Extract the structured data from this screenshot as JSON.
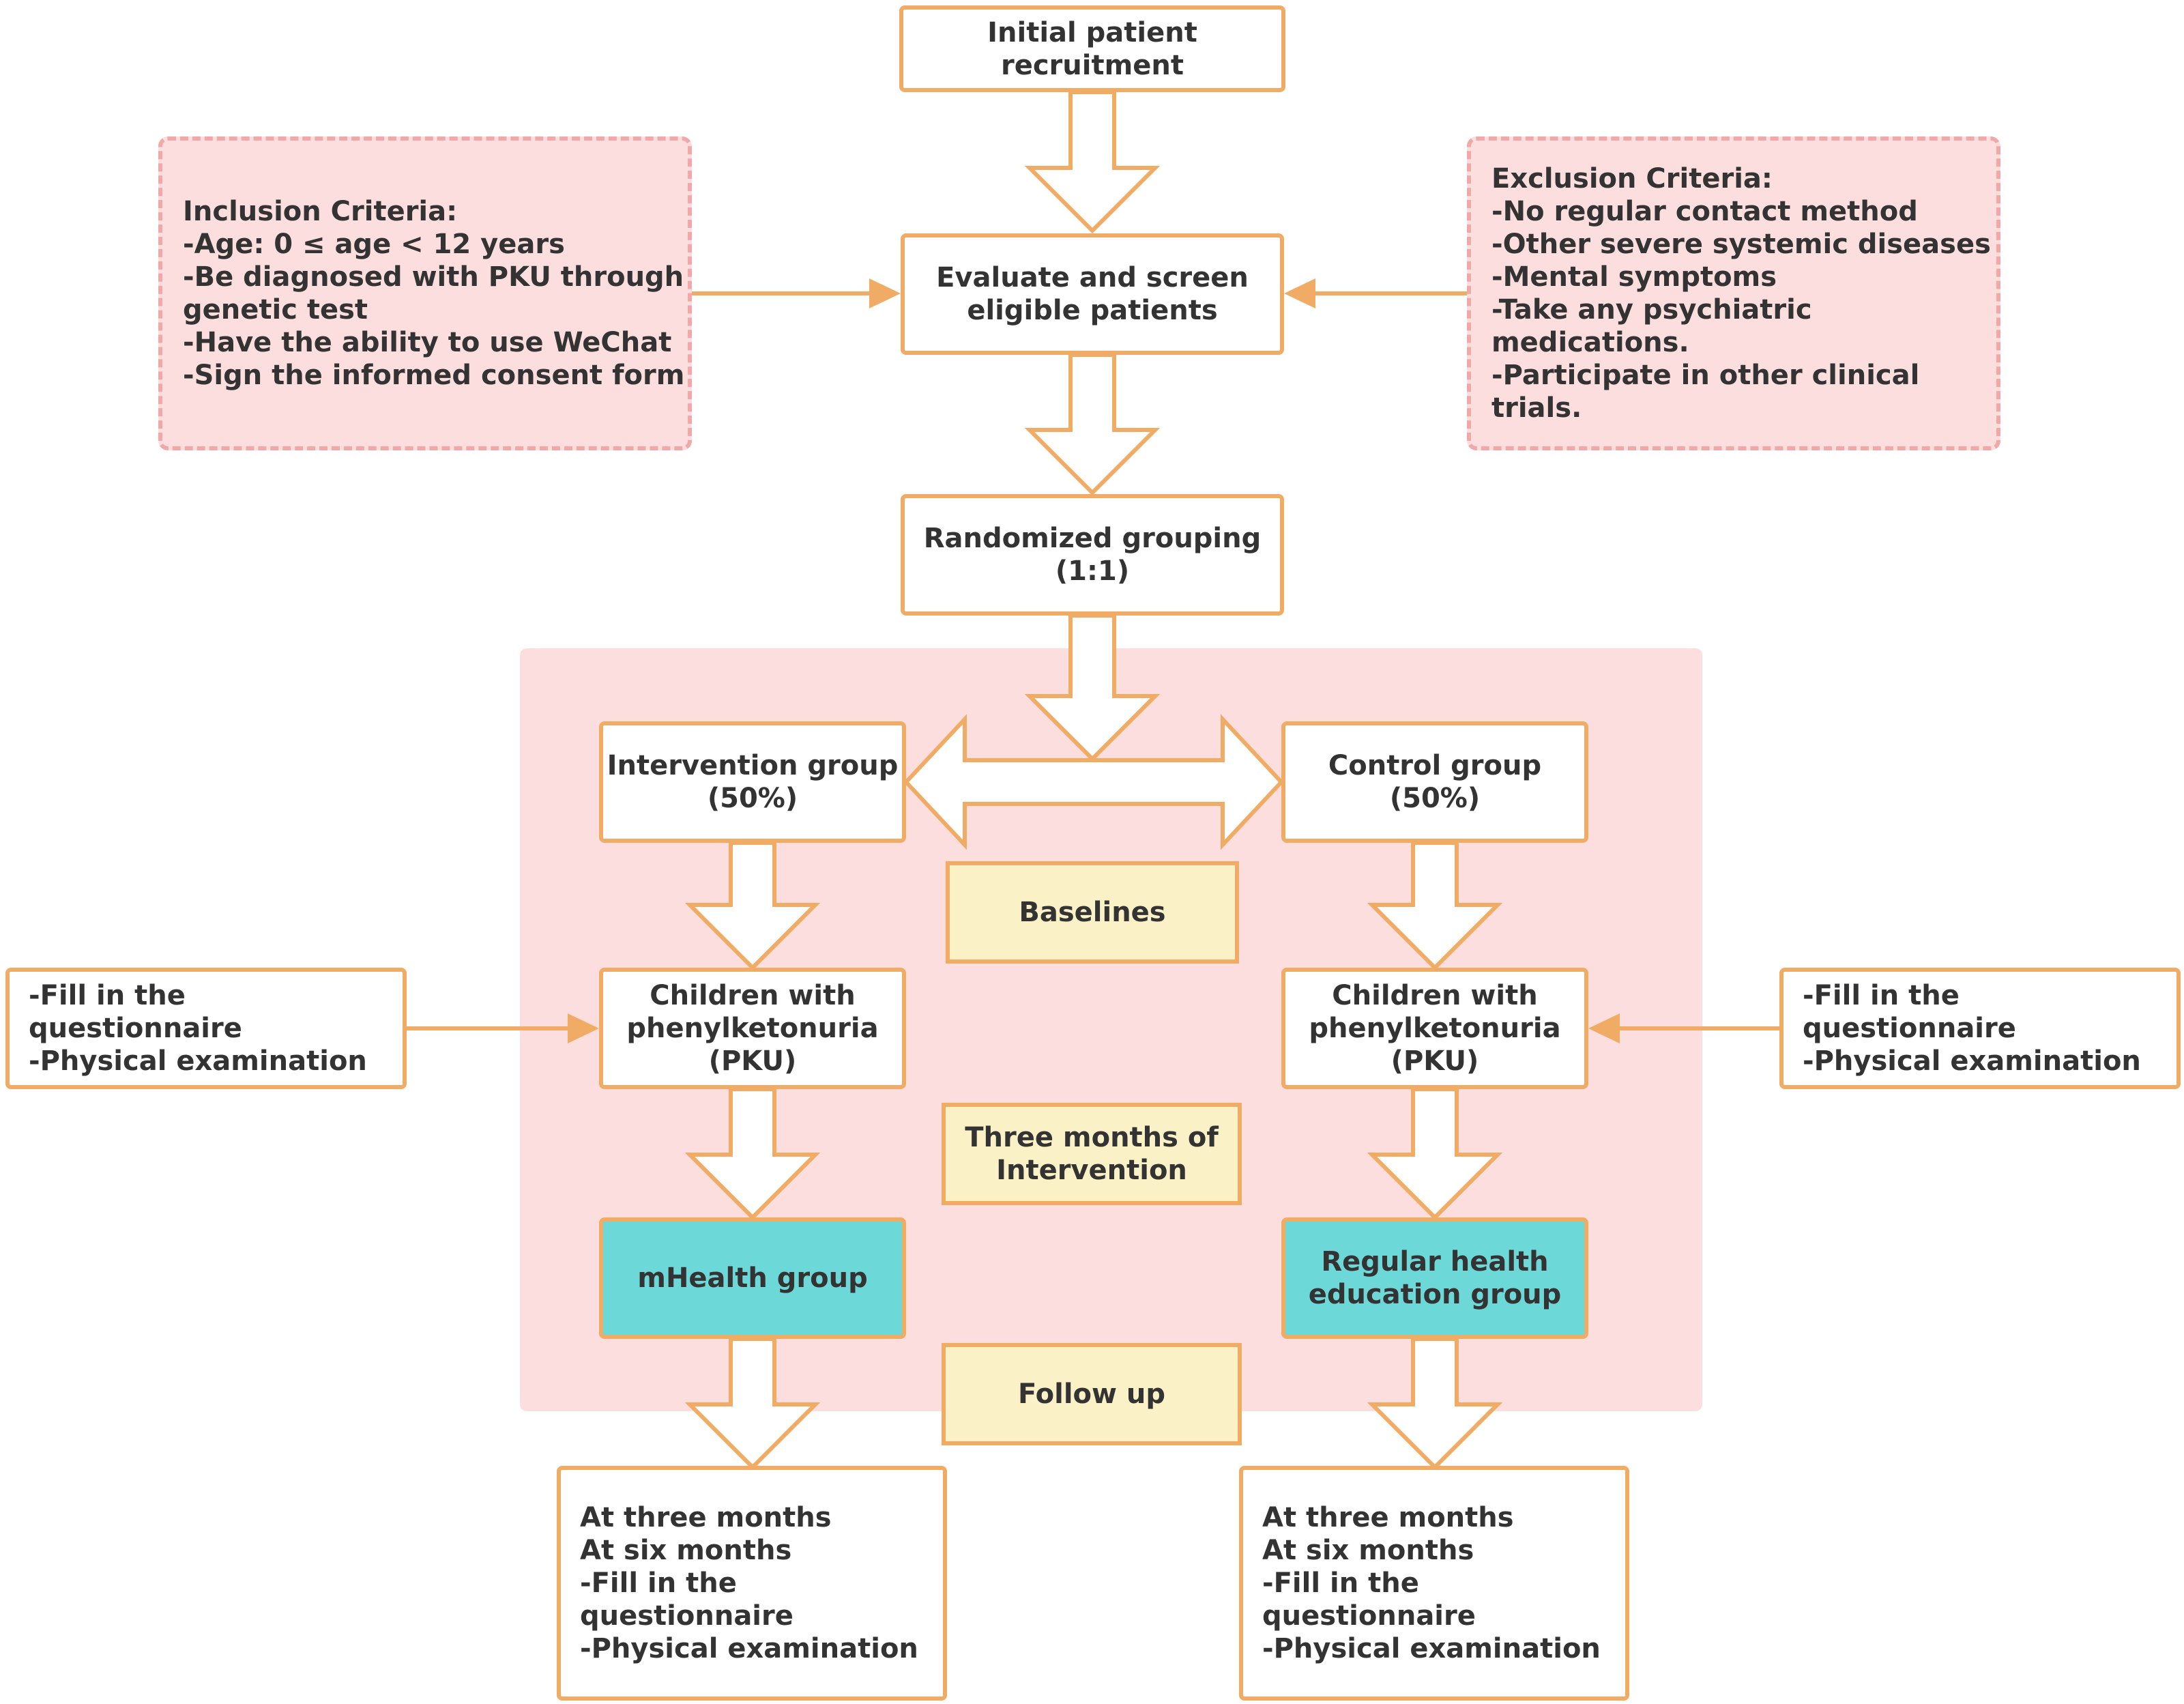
{
  "colors": {
    "box_border": "#f0ac64",
    "arrow_fill": "#ffffff",
    "criteria_fill": "#fddede",
    "criteria_border": "#f0a8a8",
    "panel_fill": "#fddede",
    "label_fill": "#fbf1c7",
    "group_fill": "#6dd8d8",
    "text": "#333333"
  },
  "nodes": {
    "recruitment": "Initial patient\nrecruitment",
    "evaluate": "Evaluate and screen\neligible patients",
    "randomize": "Randomized grouping\n(1:1)",
    "intervention": "Intervention group\n(50%)",
    "control": "Control group\n(50%)",
    "children_left": "Children with\nphenylketonuria\n(PKU)",
    "children_right": "Children with\nphenylketonuria\n(PKU)",
    "mhealth": "mHealth group",
    "regular": "Regular health\neducation group",
    "followup_left": "At three months\nAt six months\n-Fill in the questionnaire\n-Physical examination",
    "followup_right": "At three months\nAt six months\n-Fill in the questionnaire\n-Physical examination"
  },
  "criteria": {
    "inclusion": "Inclusion Criteria:\n-Age: 0 ≤ age < 12 years\n-Be diagnosed with PKU through\ngenetic test\n-Have the ability to use WeChat\n-Sign the informed consent form",
    "exclusion": "Exclusion Criteria:\n-No regular contact method\n-Other severe systemic diseases\n-Mental symptoms\n-Take any psychiatric medications.\n-Participate in other clinical trials."
  },
  "side_boxes": {
    "left": "-Fill in the questionnaire\n-Physical examination",
    "right": "-Fill in the questionnaire\n-Physical examination"
  },
  "phases": {
    "baselines": "Baselines",
    "intervention": "Three months of\nIntervention",
    "followup": "Follow up"
  }
}
